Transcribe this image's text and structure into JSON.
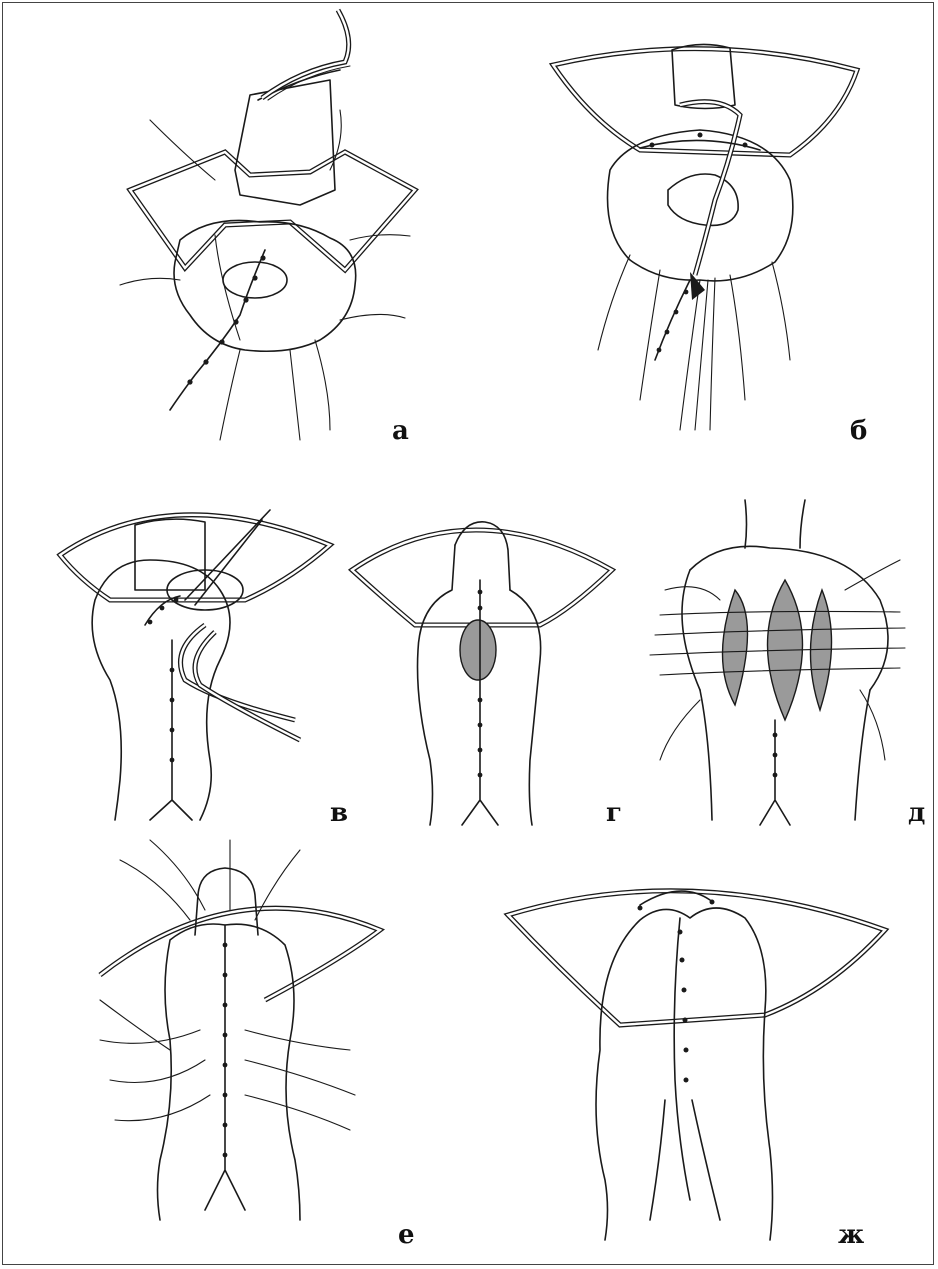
{
  "figure": {
    "panels": [
      {
        "id": "a",
        "label": "а"
      },
      {
        "id": "b",
        "label": "б"
      },
      {
        "id": "v",
        "label": "в"
      },
      {
        "id": "g",
        "label": "г"
      },
      {
        "id": "d",
        "label": "д"
      },
      {
        "id": "e",
        "label": "е"
      },
      {
        "id": "zh",
        "label": "ж"
      }
    ]
  }
}
